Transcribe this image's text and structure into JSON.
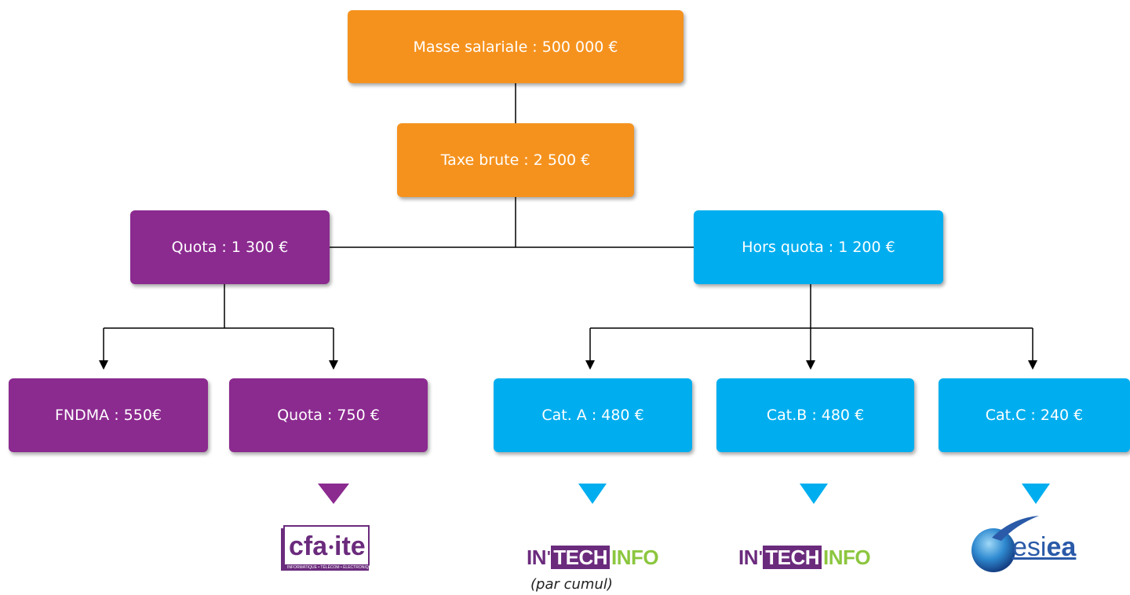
{
  "colors": {
    "orange": "#f5921e",
    "purple": "#8b2a8f",
    "blue": "#00aeef",
    "line": "#000000",
    "intech_purple": "#6b2b7d",
    "intech_green": "#8cc63f",
    "esiea_blue": "#2a5aa8"
  },
  "nodes": {
    "masse": "Masse salariale : 500 000 €",
    "taxe": "Taxe brute : 2 500 €",
    "quota": "Quota : 1 300 €",
    "hors_quota": "Hors quota : 1 200 €",
    "fndma": "FNDMA : 550€",
    "quota_750": "Quota : 750 €",
    "cat_a": "Cat. A : 480 €",
    "cat_b": "Cat.B : 480 €",
    "cat_c": "Cat.C : 240 €"
  },
  "logos": {
    "cfa": {
      "name": "cfa·ite",
      "tagline": "INFORMATIQUE • TÉLÉCOM • ÉLECTRONIQUE"
    },
    "intech": {
      "part1": "IN",
      "apostrophe": "'",
      "part2": "TECH",
      "part3": "INFO"
    },
    "esiea": {
      "part1": "esi",
      "part2": "ea"
    }
  },
  "notes": {
    "par_cumul": "(par cumul)"
  },
  "icons": {
    "pointer": "down-triangle-icon",
    "arrow": "arrowhead-icon"
  }
}
